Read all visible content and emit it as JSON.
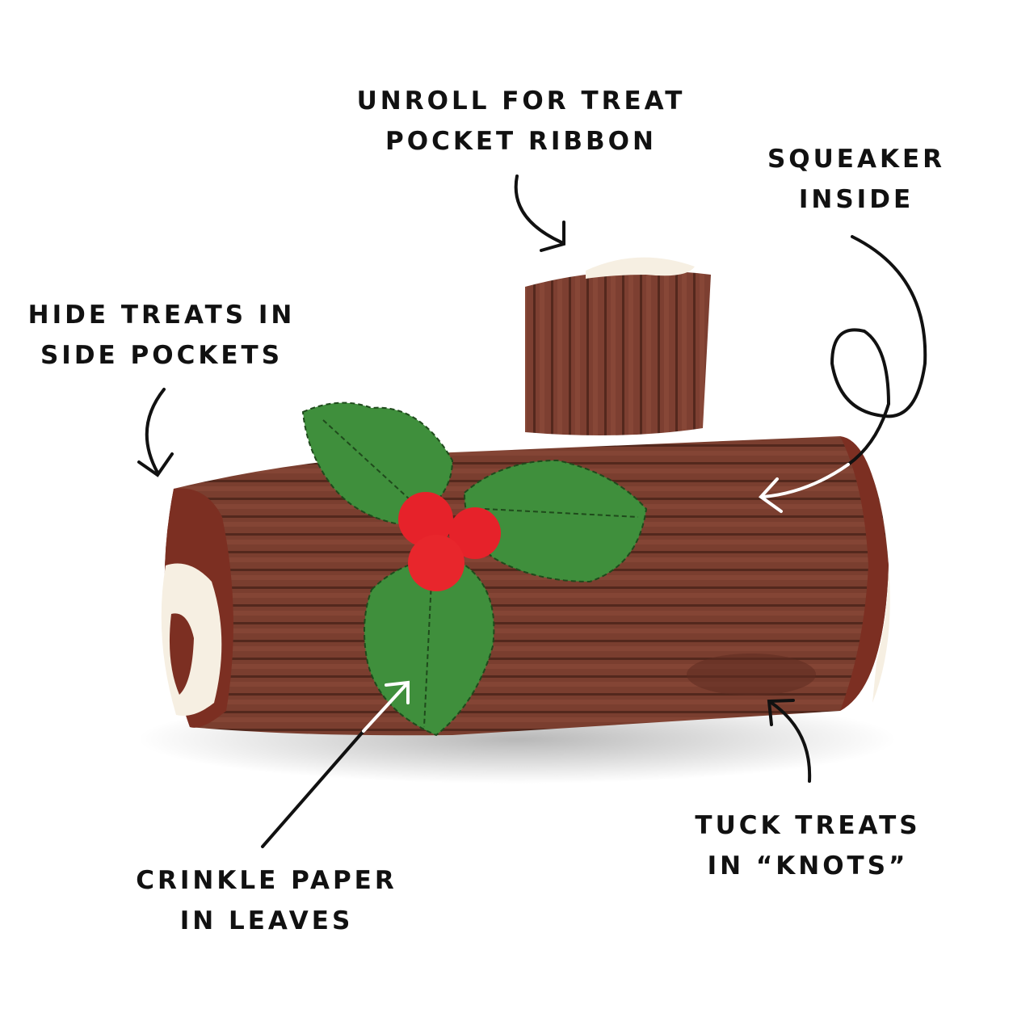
{
  "infographic": {
    "product": "Yule log plush dog toy",
    "colors": {
      "background": "#ffffff",
      "log_body": "#7a3e2f",
      "log_body_dark": "#5e2c21",
      "log_end": "#7c2f22",
      "cream_swirl": "#f6efe2",
      "leaf_green": "#3f8f3c",
      "leaf_vein": "#1f4a1c",
      "berry_red": "#e6222a",
      "text": "#111111",
      "arrow_dark": "#111111",
      "arrow_light": "#ffffff"
    },
    "callouts": [
      {
        "id": "treat-pocket-ribbon",
        "lines": [
          "UNROLL FOR TREAT",
          "POCKET RIBBON"
        ]
      },
      {
        "id": "squeaker",
        "lines": [
          "SQUEAKER",
          "INSIDE"
        ]
      },
      {
        "id": "side-pockets",
        "lines": [
          "HIDE TREATS IN",
          "SIDE POCKETS"
        ]
      },
      {
        "id": "knots",
        "lines": [
          "TUCK TREATS",
          "IN “KNOTS”"
        ]
      },
      {
        "id": "crinkle",
        "lines": [
          "CRINKLE PAPER",
          "IN LEAVES"
        ]
      }
    ]
  }
}
